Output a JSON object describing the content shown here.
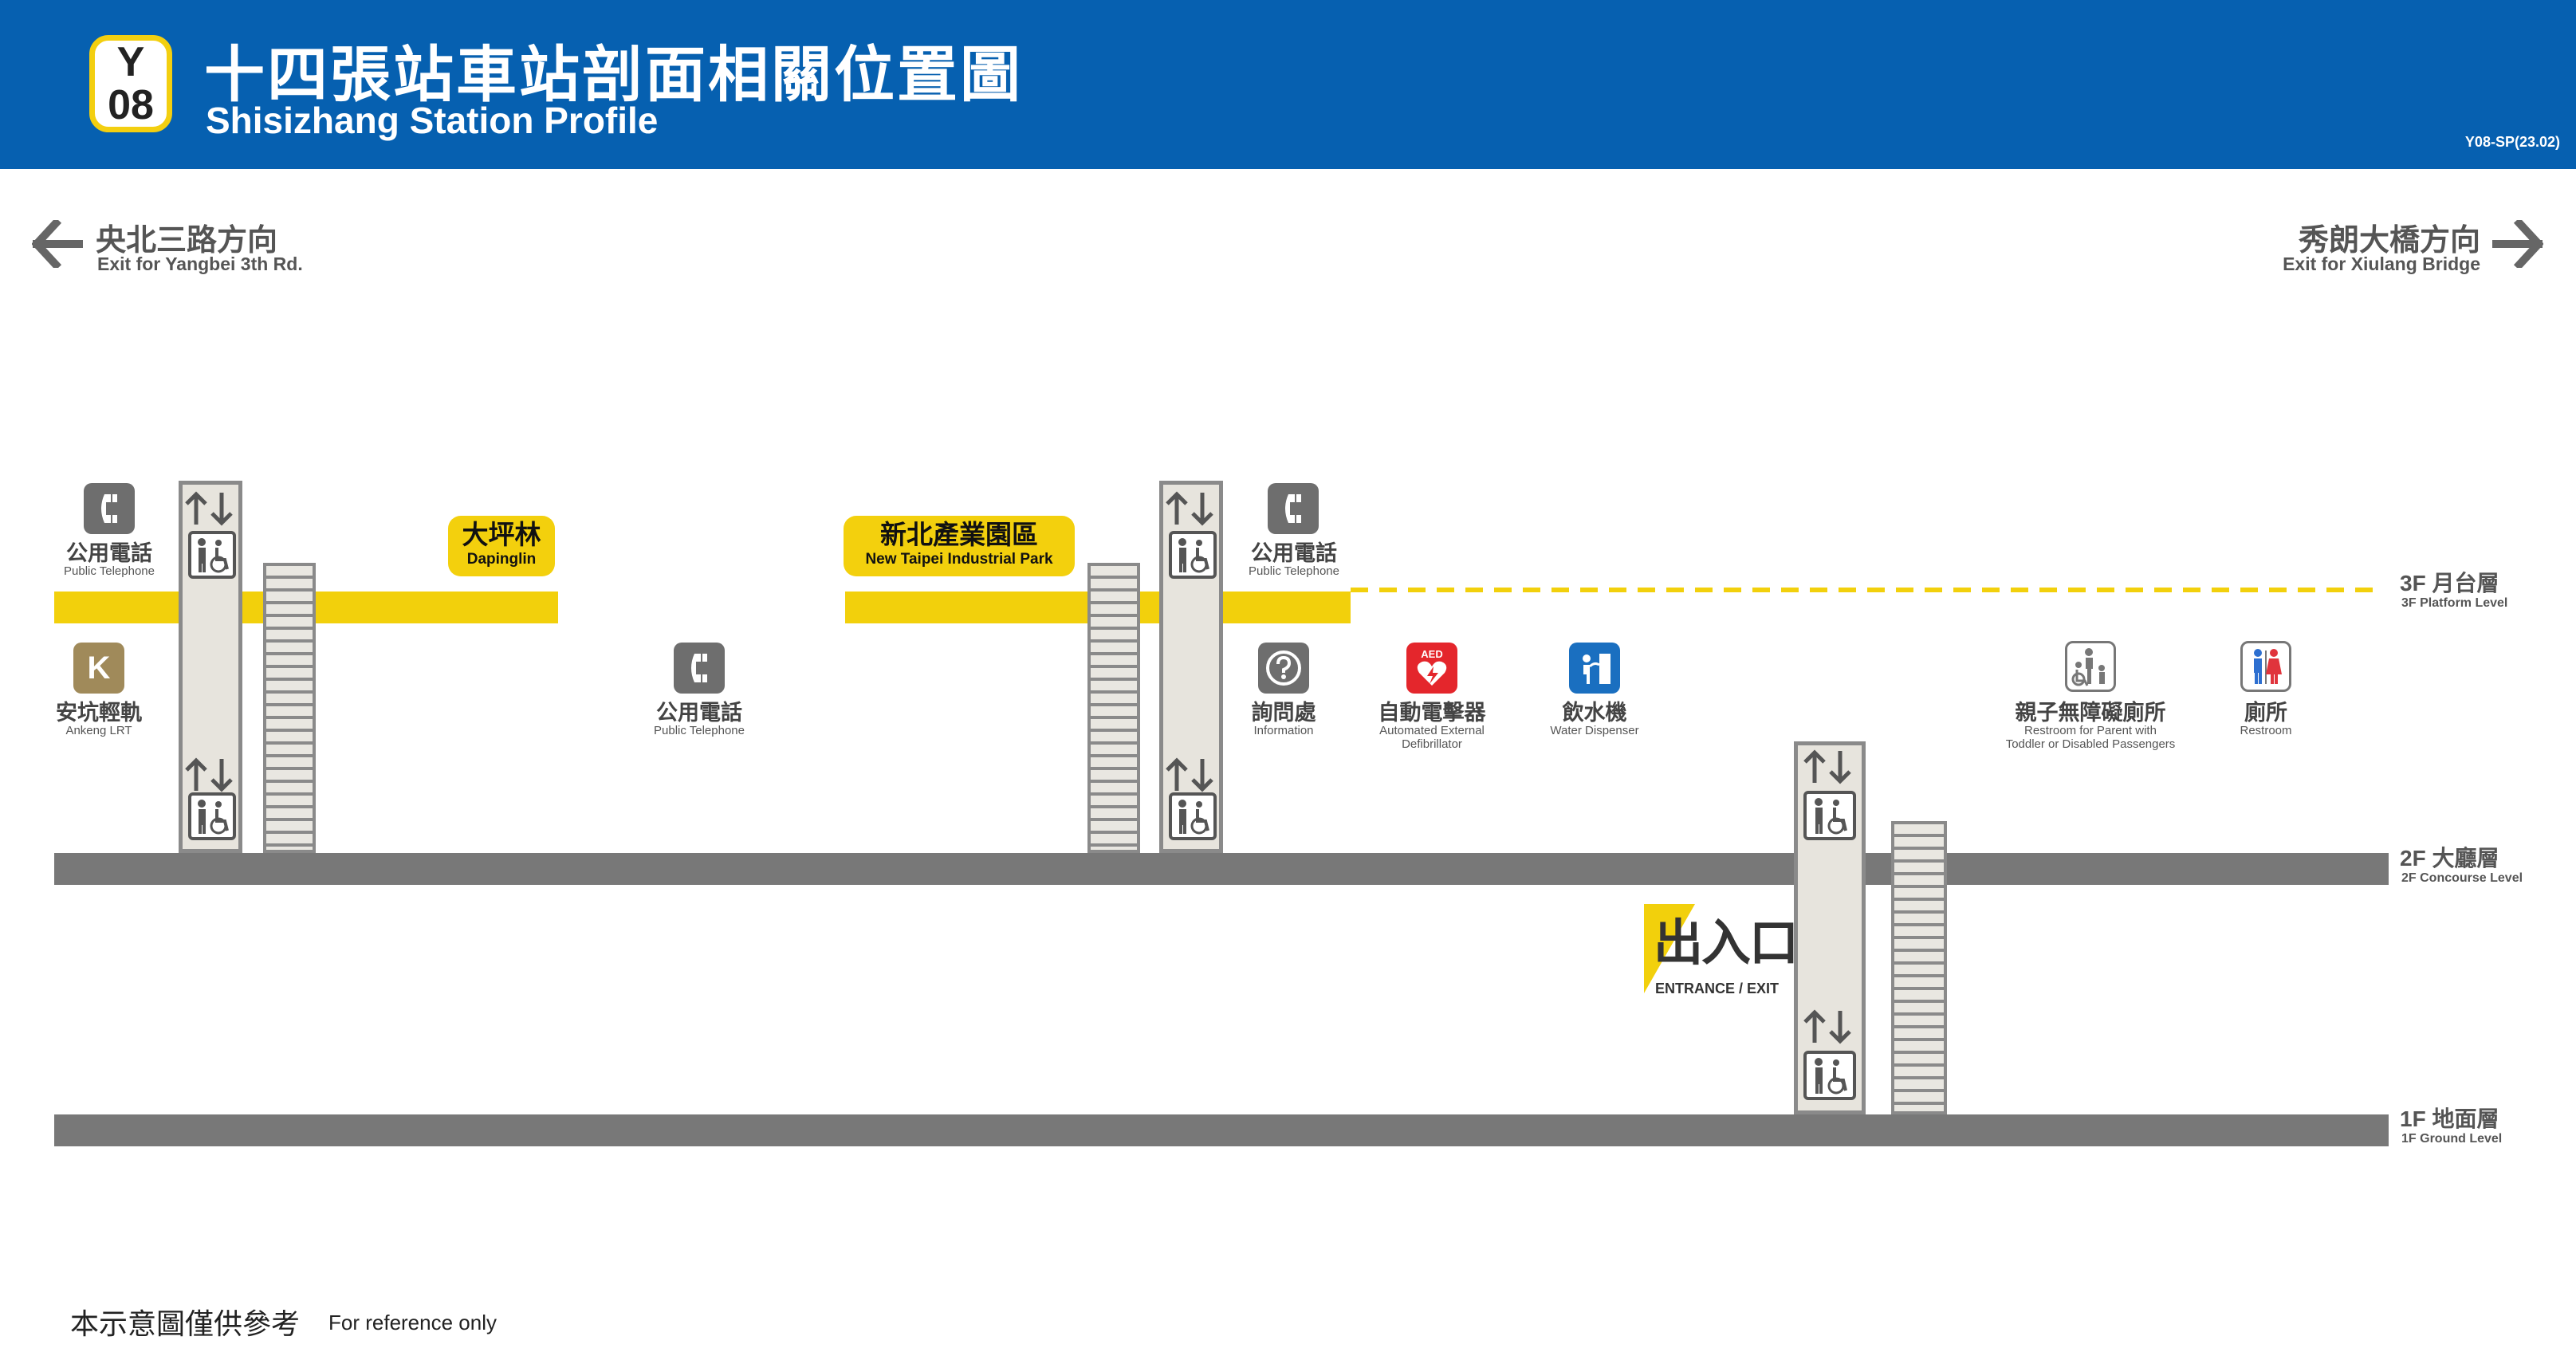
{
  "header": {
    "line_code": "Y",
    "station_number": "08",
    "title_zh": "十四張站車站剖面相關位置圖",
    "title_en": "Shisizhang Station Profile",
    "doc_ref": "Y08-SP(23.02)"
  },
  "directions": {
    "left": {
      "zh": "央北三路方向",
      "en": "Exit for Yangbei 3th Rd."
    },
    "right": {
      "zh": "秀朗大橋方向",
      "en": "Exit for Xiulang Bridge"
    }
  },
  "levels": [
    {
      "zh": "3F 月台層",
      "en": "3F Platform Level"
    },
    {
      "zh": "2F 大廳層",
      "en": "2F Concourse Level"
    },
    {
      "zh": "1F 地面層",
      "en": "1F Ground Level"
    }
  ],
  "platforms": {
    "left": {
      "zh": "大坪林",
      "en": "Dapinglin"
    },
    "right": {
      "zh": "新北產業園區",
      "en": "New Taipei Industrial Park"
    }
  },
  "facilities": {
    "phone_platform_left": {
      "zh": "公用電話",
      "en": "Public Telephone",
      "icon": "phone-icon"
    },
    "phone_platform_right": {
      "zh": "公用電話",
      "en": "Public Telephone",
      "icon": "phone-icon"
    },
    "ankeng_lrt": {
      "letter": "K",
      "zh": "安坑輕軌",
      "en": "Ankeng LRT",
      "icon": "lrt-icon"
    },
    "phone_concourse": {
      "zh": "公用電話",
      "en": "Public Telephone",
      "icon": "phone-icon"
    },
    "information": {
      "zh": "詢問處",
      "en": "Information",
      "icon": "info-icon"
    },
    "aed": {
      "badge": "AED",
      "zh": "自動電擊器",
      "en_line1": "Automated External",
      "en_line2": "Defibrillator",
      "icon": "aed-icon"
    },
    "water": {
      "zh": "飲水機",
      "en": "Water Dispenser",
      "icon": "water-dispenser-icon"
    },
    "family_restroom": {
      "zh": "親子無障礙廁所",
      "en_line1": "Restroom for Parent with",
      "en_line2": "Toddler or Disabled Passengers",
      "icon": "family-restroom-icon"
    },
    "restroom": {
      "zh": "廁所",
      "en": "Restroom",
      "icon": "restroom-icon"
    }
  },
  "exit": {
    "zh": "出入口",
    "en": "ENTRANCE / EXIT"
  },
  "footer": {
    "zh": "本示意圖僅供參考",
    "en": "For reference only"
  },
  "colors": {
    "header_blue": "#0660b0",
    "line_yellow": "#f2d00c",
    "floor_gray": "#787878",
    "aed_red": "#e4262c",
    "water_blue": "#1a6fc0",
    "lrt_brown": "#a08a5a"
  }
}
